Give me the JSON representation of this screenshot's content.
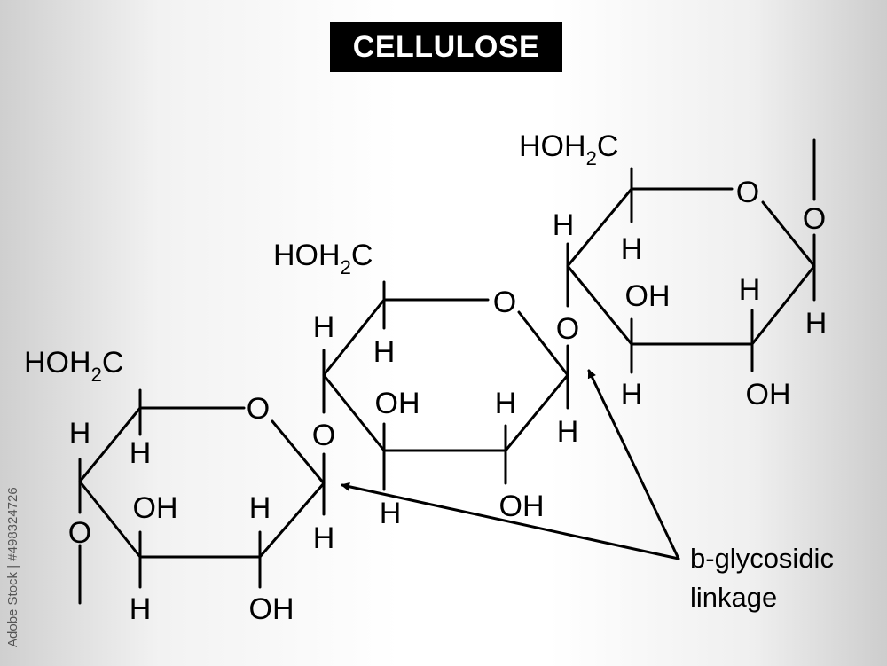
{
  "title": "CELLULOSE",
  "atoms": {
    "oxygen": "O",
    "hydrogen": "H",
    "hydroxyl": "OH",
    "hoh2c_prefix": "HOH",
    "hoh2c_sub": "2",
    "hoh2c_suffix": "C"
  },
  "annotation": {
    "line1": "b-glycosidic",
    "line2": "linkage"
  },
  "watermark": "Adobe Stock | #498324726",
  "colors": {
    "title_background": "#000000",
    "title_text": "#ffffff",
    "bond": "#000000"
  }
}
